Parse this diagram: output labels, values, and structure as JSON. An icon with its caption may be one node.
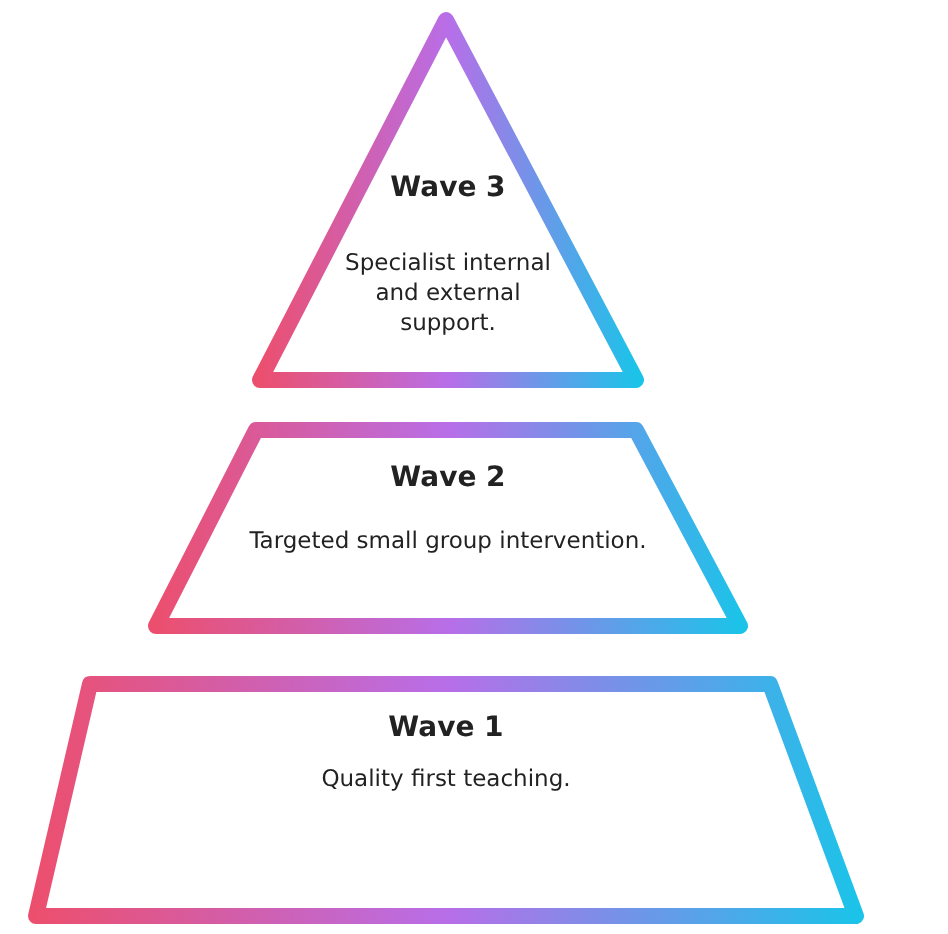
{
  "diagram": {
    "nodes": [
      {
        "text": [
          "Wave 3",
          "Specialist internal and external support."
        ]
      },
      {
        "text": [
          "Wave 2",
          "Targeted small group intervention."
        ]
      },
      {
        "text": [
          "Wave 1",
          "Quality first teaching."
        ]
      }
    ]
  }
}
